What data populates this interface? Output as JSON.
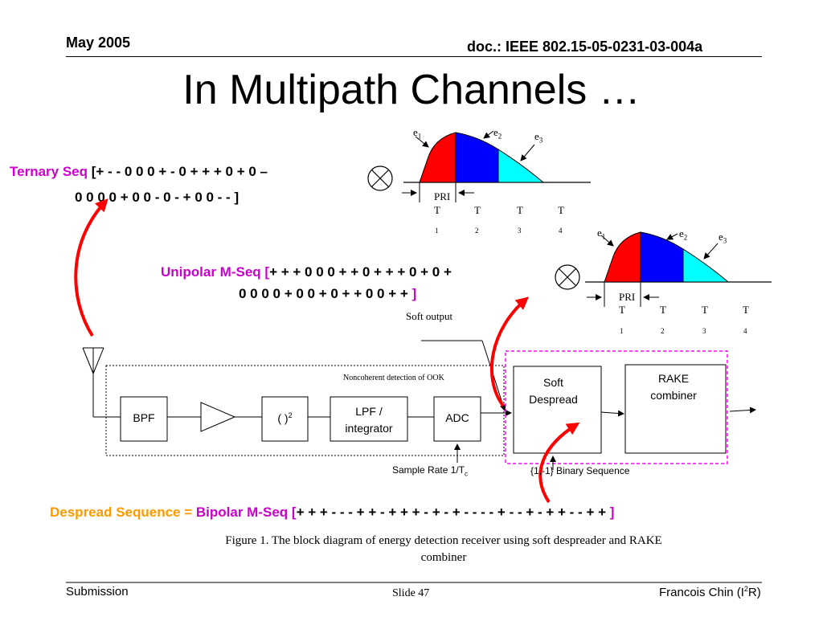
{
  "header": {
    "date": "May 2005",
    "doc": "doc.: IEEE 802.15-05-0231-03-004a"
  },
  "title": "In Multipath Channels …",
  "ternary": {
    "label": "Ternary Seq",
    "line1": "[+ - - 0 0 0 + - 0 + + + 0 + 0 –",
    "line2": "0 0 0 0 + 0 0 - 0 - + 0 0 - - ]"
  },
  "unipolar": {
    "label": "Unipolar M-Seq [",
    "line1": "+ + + 0 0 0 + + 0 + + + 0 + 0 +",
    "line2": "0 0 0 0 + 0 0 + 0 + + 0 0 + + ",
    "close": "]"
  },
  "pulse_diagrams": [
    {
      "e1": "e",
      "e1_sub": "1",
      "e2": "e",
      "e2_sub": "2",
      "e3": "e",
      "e3_sub": "3",
      "pri": "PRI",
      "t_labels": [
        "T",
        "T",
        "T",
        "T"
      ],
      "t_subs": [
        "1",
        "2",
        "3",
        "4"
      ]
    },
    {
      "e1": "e",
      "e1_sub": "1",
      "e2": "e",
      "e2_sub": "2",
      "e3": "e",
      "e3_sub": "3",
      "pri": "PRI",
      "t_labels": [
        "T",
        "T",
        "T",
        "T"
      ],
      "t_subs": [
        "1",
        "2",
        "3",
        "4"
      ]
    }
  ],
  "block_diagram": {
    "soft_output": "Soft output",
    "noncoherent": "Noncoherent detection of OOK",
    "bpf": "BPF",
    "square": "( )",
    "square_sup": "2",
    "lpf_line1": "LPF /",
    "lpf_line2": "integrator",
    "adc": "ADC",
    "soft_despread_line1": "Soft",
    "soft_despread_line2": "Despread",
    "rake_line1": "RAKE",
    "rake_line2": "combiner",
    "sample_rate": "Sample Rate 1/T",
    "sample_rate_sub": "c",
    "binary_seq": "{1,-1} Binary Sequence"
  },
  "despread": {
    "label": "Despread Sequence = ",
    "bipolar": "Bipolar M-Seq [",
    "seq": "+ + + - - - + + - + + + - + - + - - - - + - - + - + + - - + + ",
    "close": "]"
  },
  "caption": {
    "line1": "Figure 1. The block diagram of energy detection receiver using soft despreader and RAKE",
    "line2": "combiner"
  },
  "footer": {
    "left": "Submission",
    "center": "Slide 47",
    "right": "Francois Chin (I",
    "right_sup": "2",
    "right_end": "R)"
  },
  "colors": {
    "magenta": "#cc00cc",
    "orange": "#ff9900",
    "red_fill": "#ff0000",
    "blue_fill": "#0000ff",
    "cyan_fill": "#00ffff",
    "arrow_red": "#ff0000",
    "dashed_magenta": "#ff00ff"
  }
}
